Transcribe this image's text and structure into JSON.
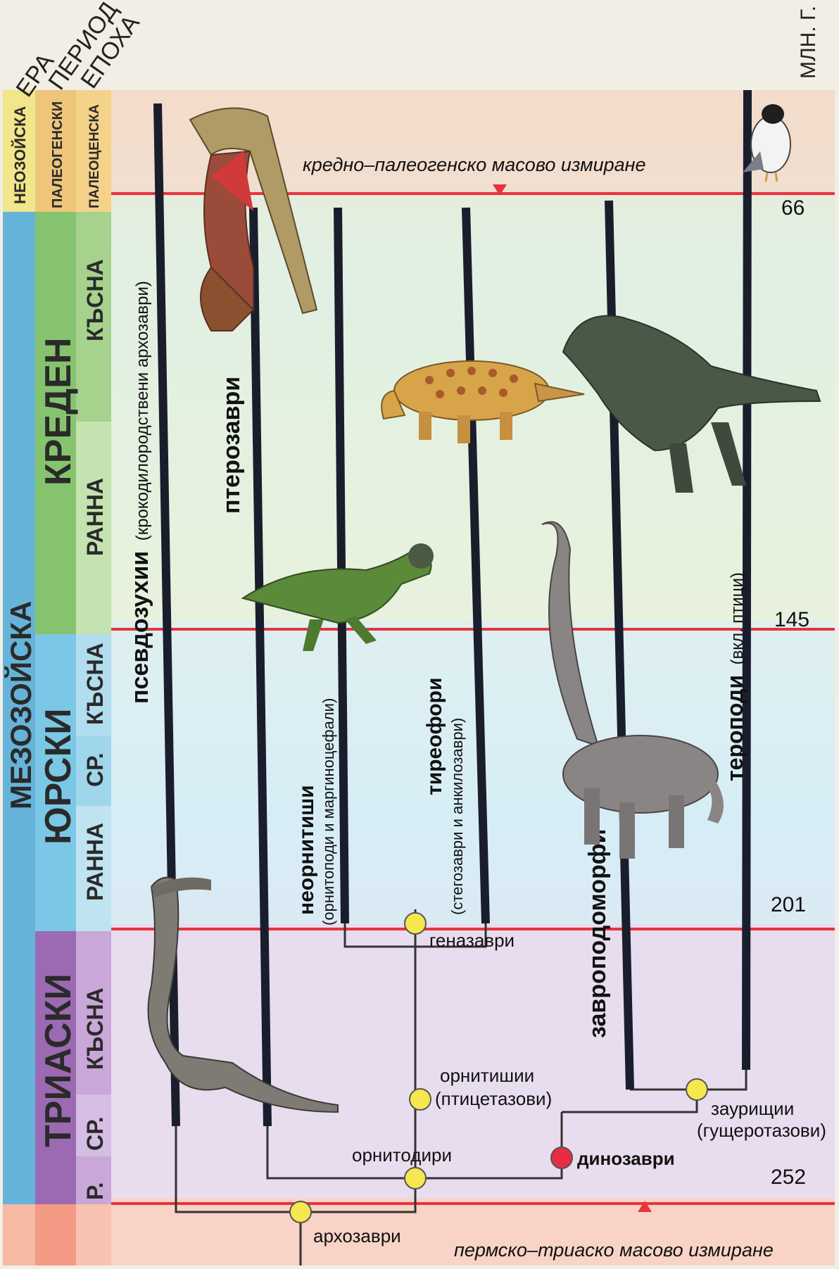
{
  "header": {
    "era": "ЕРА",
    "period": "ПЕРИОД",
    "epoch": "ЕПОХА",
    "unit": "МЛН. Г."
  },
  "eras": [
    "НЕОЗОЙСКА",
    "МЕЗОЗОЙСКА"
  ],
  "periods": [
    "ПАЛЕОГЕНСКИ",
    "КРЕДЕН",
    "ЮРСКИ",
    "ТРИАСКИ"
  ],
  "epochs": [
    "ПАЛЕОЦЕНСКА",
    "КЪСНА",
    "РАННА",
    "КЪСНА",
    "СР.",
    "РАННА",
    "КЪСНА",
    "СР.",
    "Р."
  ],
  "events": {
    "kpg": "кредно–палеогенско масово измиране",
    "pt": "пермско–триаско масово измиране"
  },
  "ages": [
    "66",
    "145",
    "201",
    "252"
  ],
  "clades": [
    {
      "name": "псевдозухии",
      "detail": "(крокодилородствени архозаври)"
    },
    {
      "name": "птерозаври",
      "detail": ""
    },
    {
      "name": "неорнитиши",
      "detail": "(орнитоподи и маргиноцефали)"
    },
    {
      "name": "тиреофори",
      "detail": "(стегозаври и анкилозаври)"
    },
    {
      "name": "завроподоморфи",
      "detail": ""
    },
    {
      "name": "тероподи",
      "detail": "(вкл. птици)"
    }
  ],
  "nodes": {
    "archosaurs": "архозаври",
    "ornithodirans": "орнитодири",
    "dinosaurs": "динозаври",
    "ornithischians": "орнитишии",
    "ornithischians_sub": "(птицетазови)",
    "saurischians": "заурищии",
    "saurischians_sub": "(гущеротазови)",
    "genasaurs": "геназаври"
  },
  "colors": {
    "cenozoic": "#f1e68a",
    "mesozoic": "#66b3da",
    "paleogene": "#efc57b",
    "cretaceous": "#86c36e",
    "jurassic": "#7bc8e6",
    "triassic": "#9b6ab3",
    "line_red": "#e8333d",
    "node_yellow": "#f5e84e",
    "node_red": "#e72d46"
  },
  "icons": [
    "pterosaur-illustration",
    "ankylosaur-illustration",
    "ornithopod-illustration",
    "sauropod-illustration",
    "theropod-illustration",
    "crocodilian-illustration",
    "bird-illustration"
  ]
}
